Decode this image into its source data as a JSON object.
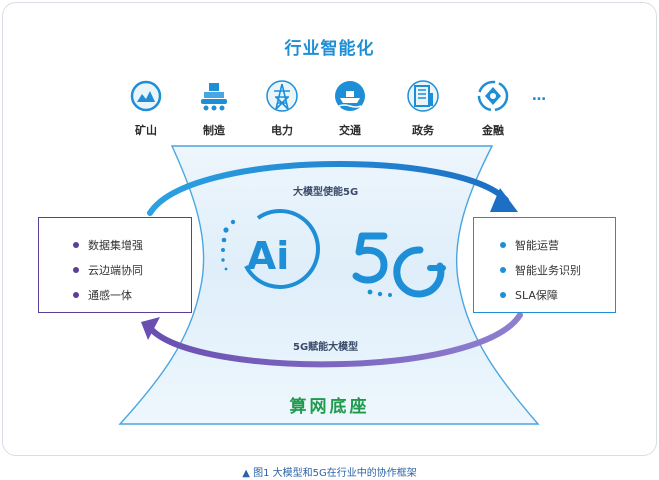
{
  "title": "行业智能化",
  "industries": [
    {
      "label": "矿山",
      "icon": "mine-icon"
    },
    {
      "label": "制造",
      "icon": "manufacturing-icon"
    },
    {
      "label": "电力",
      "icon": "power-tower-icon"
    },
    {
      "label": "交通",
      "icon": "ship-icon"
    },
    {
      "label": "政务",
      "icon": "government-building-icon"
    },
    {
      "label": "金融",
      "icon": "finance-coin-icon"
    }
  ],
  "more": "…",
  "top_arc_label": "大模型使能5G",
  "bottom_arc_label": "5G赋能大模型",
  "base_label": "算网底座",
  "left_box": {
    "items": [
      "数据集增强",
      "云边端协同",
      "通感一体"
    ]
  },
  "right_box": {
    "items": [
      "智能运营",
      "智能业务识别",
      "SLA保障"
    ]
  },
  "ai_text": "Ai",
  "fiveg_text": "5G",
  "caption": "▲ 图1 大模型和5G在行业中的协作框架",
  "colors": {
    "blue": "#1e8fd6",
    "purple": "#5a3f98",
    "green": "#1e9b4c",
    "frame": "#d9dee4"
  }
}
